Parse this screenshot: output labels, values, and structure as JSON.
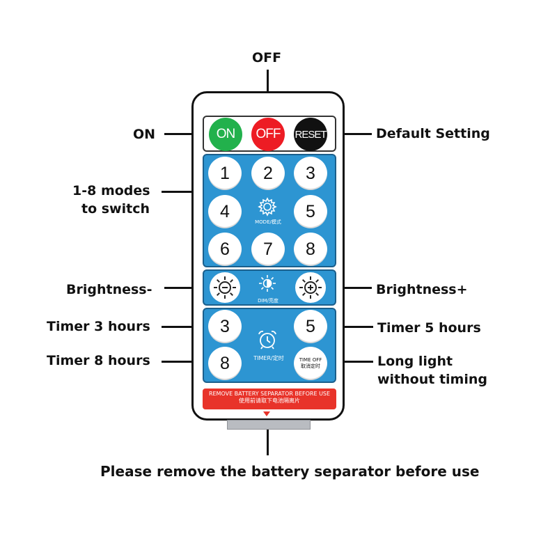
{
  "labels": {
    "off_top": "OFF",
    "on": "ON",
    "default_setting": "Default Setting",
    "modes_line1": "1-8 modes",
    "modes_line2": "to switch",
    "brightness_minus": "Brightness-",
    "brightness_plus": "Brightness+",
    "timer3": "Timer 3 hours",
    "timer5": "Timer 5 hours",
    "timer8": "Timer 8 hours",
    "long_light_line1": "Long light",
    "long_light_line2": "without timing",
    "bottom_note": "Please remove the battery separator before use"
  },
  "remote": {
    "power": {
      "on": "ON",
      "off": "OFF",
      "reset": "RESET"
    },
    "modes": [
      "1",
      "2",
      "3",
      "4",
      "5",
      "6",
      "7",
      "8"
    ],
    "mode_caption": "MODE/模式",
    "dim_caption": "DIM/亮度",
    "timer_buttons": {
      "t3": "3",
      "t5": "5",
      "t8": "8"
    },
    "timer_caption": "TIMER/定时",
    "timer_off_line1": "TIME OFF",
    "timer_off_line2": "取消定时",
    "warning_line1": "REMOVE BATTERY SEPARATOR BEFORE USE",
    "warning_line2": "使用前请取下电池隔离片",
    "colors": {
      "panel": "#2d95d2",
      "on": "#22b14c",
      "off": "#ed1c24",
      "reset": "#111111",
      "warning": "#e8332a"
    }
  }
}
